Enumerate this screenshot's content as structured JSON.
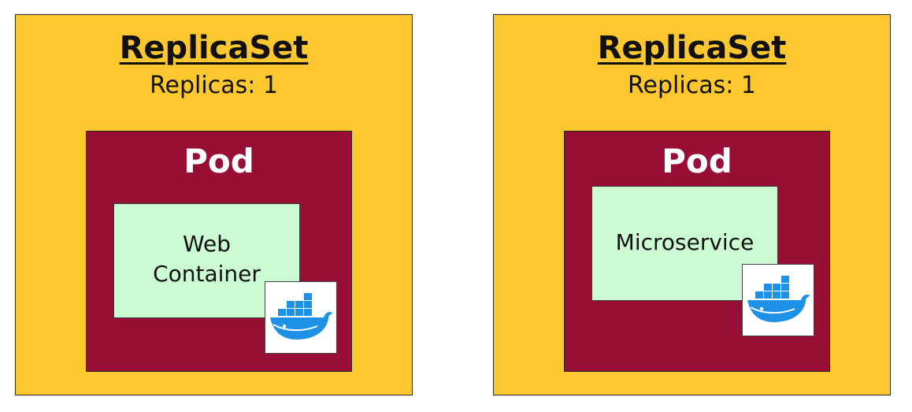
{
  "colors": {
    "replicaset_fill": "#fdc82f",
    "pod_fill": "#970f35",
    "container_fill": "#ccfad3",
    "docker_blue": "#1d91e6"
  },
  "diagrams": [
    {
      "replicaset": {
        "title": "ReplicaSet",
        "replicas": "Replicas: 1"
      },
      "pod": {
        "title": "Pod"
      },
      "container": {
        "label_line1": "Web",
        "label_line2": "Container"
      },
      "icon": "docker-whale-icon"
    },
    {
      "replicaset": {
        "title": "ReplicaSet",
        "replicas": "Replicas: 1"
      },
      "pod": {
        "title": "Pod"
      },
      "container": {
        "label_line1": "Microservice"
      },
      "icon": "docker-whale-icon"
    }
  ]
}
